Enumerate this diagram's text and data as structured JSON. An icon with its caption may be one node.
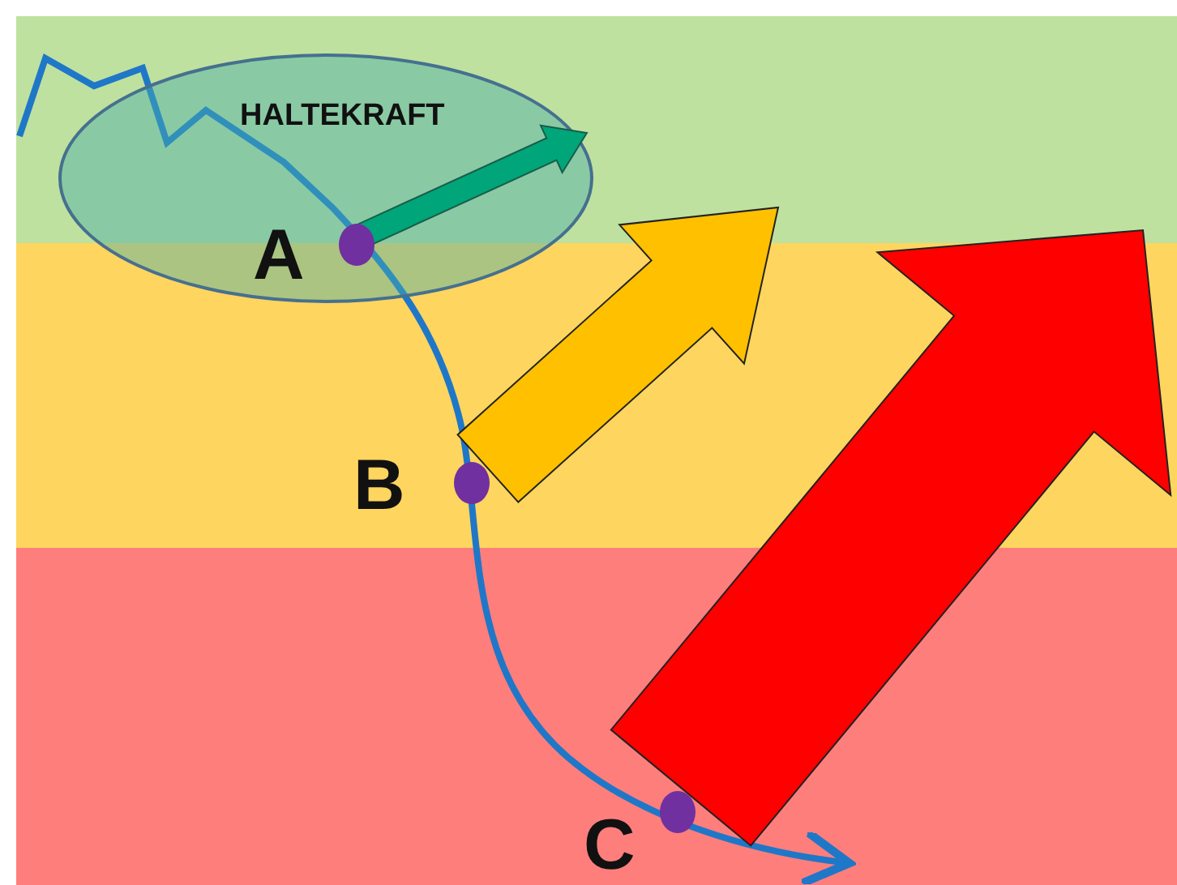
{
  "diagram": {
    "nodes": [
      {
        "text": [
          "HALTEKRAFT"
        ]
      }
    ],
    "labels": [
      "A",
      "B",
      "C"
    ]
  }
}
